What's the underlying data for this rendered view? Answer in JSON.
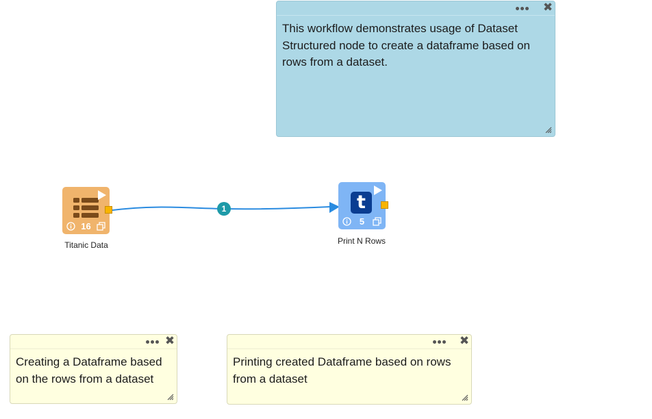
{
  "notes": {
    "top": {
      "text": "This workflow demonstrates usage of Dataset Structured node to create a dataframe based on rows from a dataset."
    },
    "left": {
      "text": "Creating a Dataframe based on the rows from a dataset"
    },
    "right": {
      "text": "Printing created Dataframe based on rows from a dataset"
    },
    "close_glyph": "✖"
  },
  "nodes": {
    "titanic": {
      "label": "Titanic Data",
      "count": "16",
      "icon": "table-icon",
      "color": "#f0b46c"
    },
    "print": {
      "label": "Print N Rows",
      "count": "5",
      "icon": "t-icon",
      "glyph": "t",
      "color": "#7fb5f5"
    }
  },
  "edge": {
    "badge": "1",
    "color": "#2a8be0"
  },
  "colors": {
    "note_blue": "#add8e6",
    "note_yellow": "#ffffe0",
    "port": "#f8b400",
    "badge": "#1e9aa8"
  }
}
